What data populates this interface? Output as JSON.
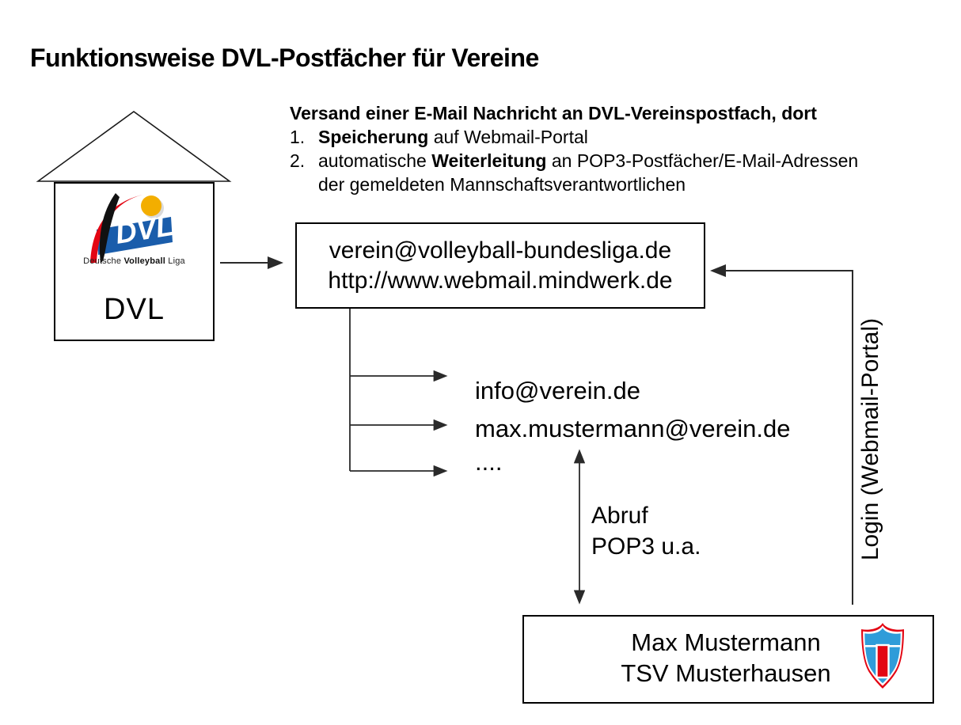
{
  "title": "Funktionsweise DVL-Postfächer für Vereine",
  "instructions": {
    "heading": "Versand einer E-Mail Nachricht an DVL-Vereinspostfach, dort",
    "item1": {
      "num": "1.",
      "bold": "Speicherung",
      "rest": " auf Webmail-Portal"
    },
    "item2": {
      "num": "2.",
      "pre": "automatische ",
      "bold": "Weiterleitung",
      "rest": " an POP3-Postfächer/E-Mail-Adressen",
      "line2": "der gemeldeten Mannschaftsverantwortlichen"
    }
  },
  "house": {
    "label": "DVL",
    "logo_text": "DVL",
    "subtitle": {
      "part1": "Deutsche ",
      "bold": "Volleyball",
      "part2": " Liga"
    }
  },
  "mailbox_box": {
    "line1": "verein@volleyball-bundesliga.de",
    "line2": "http://www.webmail.mindwerk.de"
  },
  "recipients": [
    "info@verein.de",
    "max.mustermann@verein.de",
    "...."
  ],
  "abruf": {
    "line1": "Abruf",
    "line2": "POP3 u.a."
  },
  "login_label": "Login (Webmail-Portal)",
  "member_box": {
    "line1": "Max Mustermann",
    "line2": "TSV Musterhausen"
  },
  "colors": {
    "line": "#2a2a2a",
    "dvl_blue": "#1a5dab",
    "dvl_yellow": "#f3ae00",
    "dvl_red": "#e30613",
    "shield_blue": "#2f9cd9",
    "shield_red": "#e30613"
  }
}
